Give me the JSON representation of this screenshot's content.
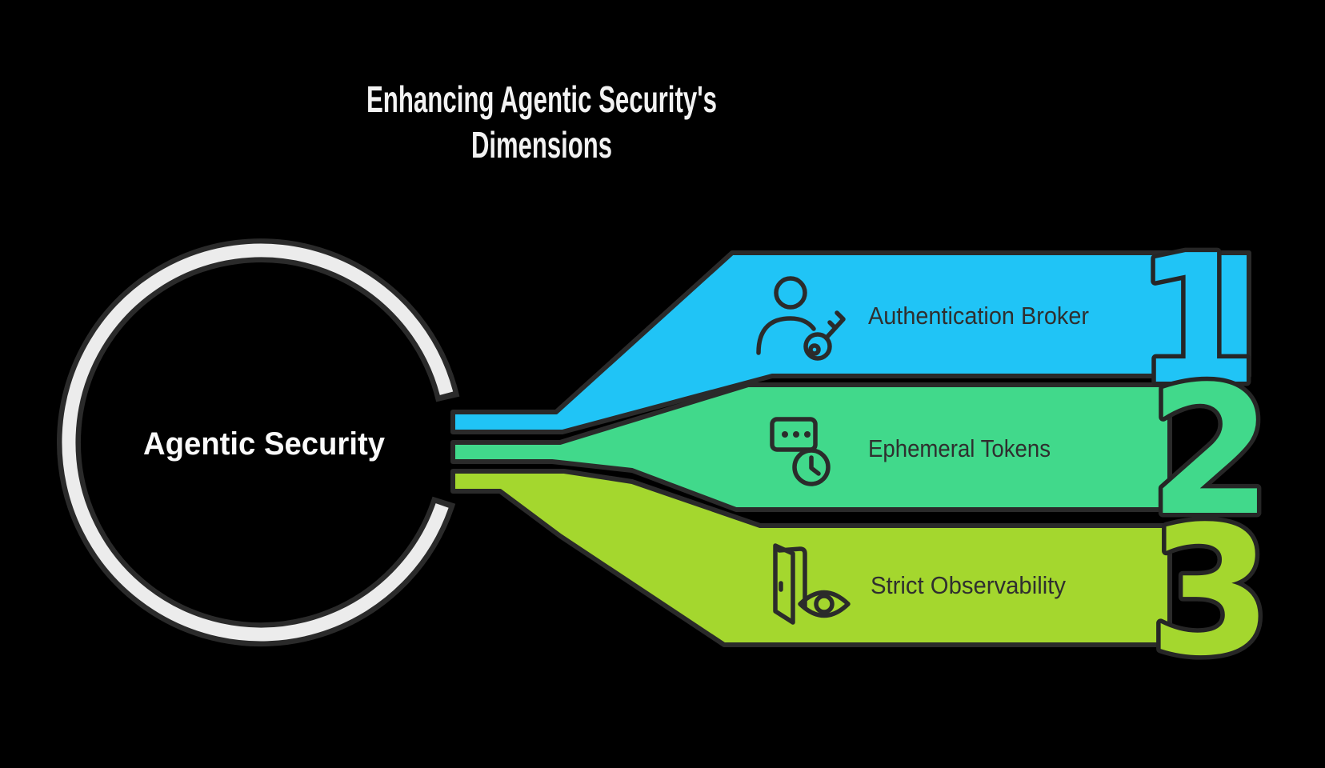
{
  "title": {
    "line1": "Enhancing Agentic Security's",
    "line2": "Dimensions"
  },
  "hub": {
    "label": "Agentic Security"
  },
  "items": [
    {
      "number": "1",
      "label": "Authentication Broker",
      "icon": "user-key-icon",
      "color": "#20c4f6"
    },
    {
      "number": "2",
      "label": "Ephemeral Tokens",
      "icon": "password-clock-icon",
      "color": "#41d98b"
    },
    {
      "number": "3",
      "label": "Strict Observability",
      "icon": "door-eye-icon",
      "color": "#a4d72e"
    }
  ],
  "colors": {
    "background": "#000000",
    "outline": "#2a2a2a",
    "ring": "#ececec",
    "title_text": "#f2f2f2",
    "hub_text": "#fafafa",
    "label_text": "#2f2f2f"
  }
}
